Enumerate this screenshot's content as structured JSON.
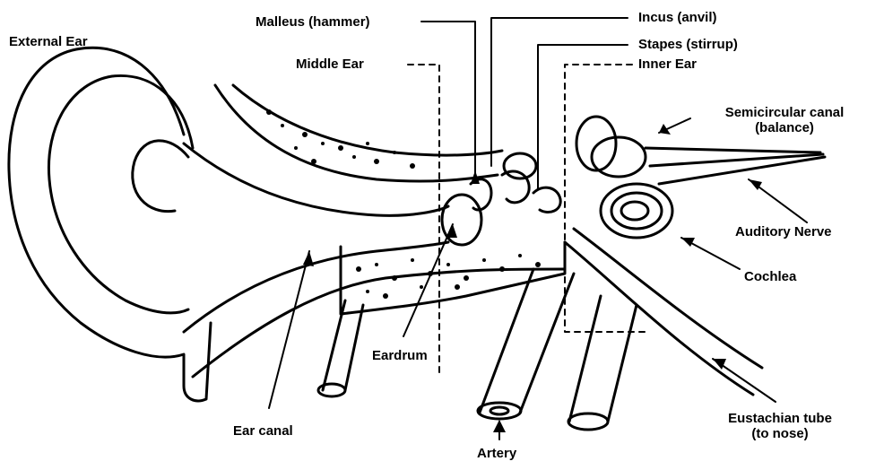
{
  "labels": {
    "external_ear": "External Ear",
    "malleus": "Malleus (hammer)",
    "incus": "Incus (anvil)",
    "stapes": "Stapes (stirrup)",
    "middle_ear": "Middle Ear",
    "inner_ear": "Inner Ear",
    "semicircular_canal": "Semicircular canal",
    "semicircular_canal_sub": "(balance)",
    "auditory_nerve": "Auditory Nerve",
    "cochlea": "Cochlea",
    "eardrum": "Eardrum",
    "ear_canal": "Ear canal",
    "artery": "Artery",
    "eustachian_tube": "Eustachian tube",
    "eustachian_tube_sub": "(to nose)"
  },
  "colors": {
    "ink": "#000000",
    "paper": "#ffffff"
  }
}
